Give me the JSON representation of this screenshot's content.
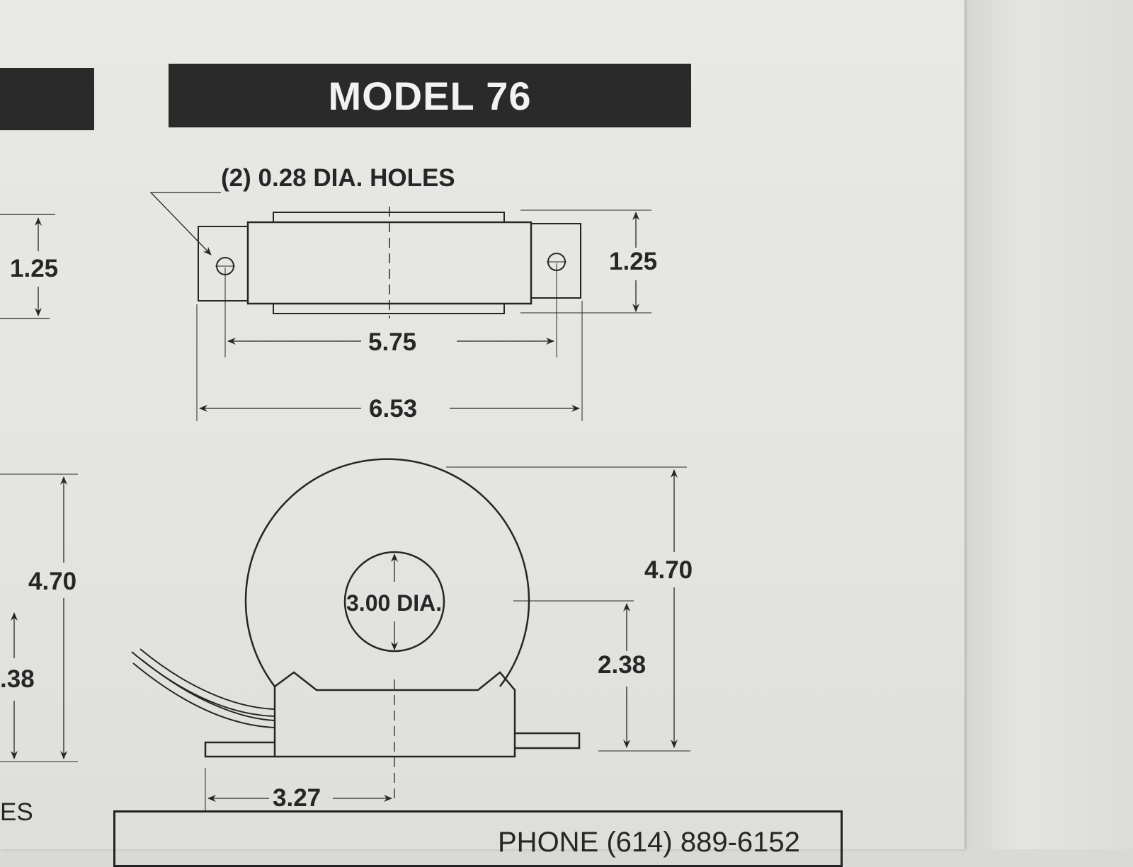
{
  "header": {
    "title": "MODEL 76"
  },
  "top_view": {
    "holes_note": "(2) 0.28 DIA. HOLES",
    "height_dim": "1.25",
    "hole_spacing_dim": "5.75",
    "overall_length_dim": "6.53"
  },
  "front_view": {
    "bore_note": "3.00 DIA.",
    "overall_height_dim": "4.70",
    "center_height_dim": "2.38",
    "half_width_dim": "3.27"
  },
  "left_partial_panel": {
    "height_dim_top": "1.25",
    "height_dim_overall": "4.70",
    "height_dim_center_partial": ".38",
    "text_fragment": "ES"
  },
  "footer": {
    "phone_partial": "PHONE (614) 889-6152"
  },
  "colors": {
    "paper": "#e6e6e3",
    "ink": "#262626",
    "banner": "#2a2a2a",
    "banner_text": "#f2f2f2"
  }
}
